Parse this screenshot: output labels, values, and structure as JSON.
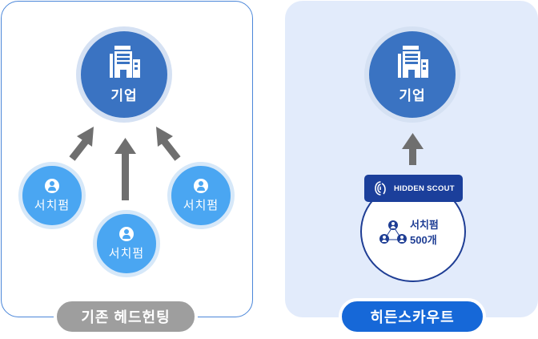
{
  "left": {
    "company_label": "기업",
    "searchfirms": [
      "서치펌",
      "서치펌",
      "서치펌"
    ],
    "caption": "기존 헤드헌팅"
  },
  "right": {
    "company_label": "기업",
    "badge_text": "HIDDEN SCOUT",
    "pool_line1": "서치펌",
    "pool_line2": "500개",
    "caption": "히든스카우트"
  },
  "colors": {
    "company_blue": "#3a73c2",
    "searchfirm_blue": "#4aa6f2",
    "arrow_gray": "#6f6f6f",
    "navy": "#1e3d94",
    "brand_blue": "#1668d8",
    "caption_gray": "#9e9e9e"
  },
  "icons": [
    "building-icon",
    "user-icon",
    "up-arrow-icon",
    "hidden-scout-logo-icon"
  ]
}
